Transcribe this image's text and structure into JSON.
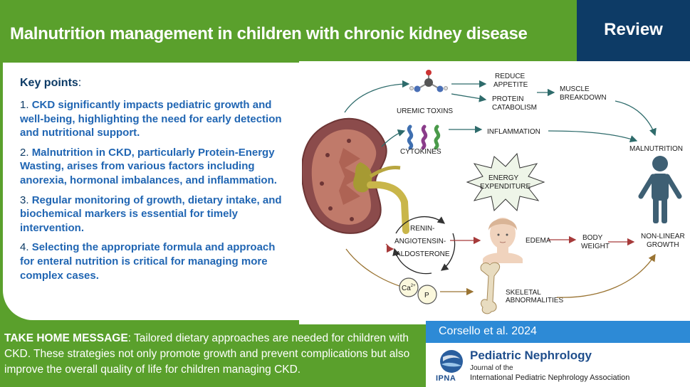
{
  "header": {
    "title": "Malnutrition management in children with chronic kidney disease",
    "badge": "Review"
  },
  "key_points": {
    "heading": "Key points",
    "heading_suffix": ":",
    "items": [
      {
        "number": "1.",
        "text": "CKD significantly impacts pediatric growth and well-being, highlighting the need for early detection and nutritional support."
      },
      {
        "number": "2.",
        "text": "Malnutrition in CKD, particularly Protein-Energy Wasting, arises from various factors including anorexia, hormonal imbalances, and inflammation."
      },
      {
        "number": "3.",
        "text": "Regular monitoring of growth, dietary intake, and biochemical markers is essential for timely intervention."
      },
      {
        "number": "4.",
        "text": "Selecting the appropriate formula and approach for enteral nutrition is critical for managing more complex cases."
      }
    ]
  },
  "take_home": {
    "label": "TAKE HOME MESSAGE",
    "text": ": Tailored dietary approaches are needed for children with CKD. These strategies not only promote growth and prevent complications but also improve the overall quality of life for children managing CKD."
  },
  "citation": "Corsello et al. 2024",
  "journal": {
    "name": "Pediatric Nephrology",
    "line1": "Journal of the",
    "line2": "International Pediatric Nephrology Association",
    "logo_text": "IPNA"
  },
  "diagram": {
    "uremic_toxins": "UREMIC TOXINS",
    "reduce_appetite": [
      "REDUCE",
      "APPETITE"
    ],
    "protein_catabolism": [
      "PROTEIN",
      "CATABOLISM"
    ],
    "muscle_breakdown": [
      "MUSCLE",
      "BREAKDOWN"
    ],
    "cytokines": "CYTOKINES",
    "inflammation": "INFLAMMATION",
    "malnutrition": "MALNUTRITION",
    "energy_expenditure": [
      "ENERGY",
      "EXPENDITURE"
    ],
    "raas": [
      "RENIN-",
      "ANGIOTENSIN-",
      "ALDOSTERONE"
    ],
    "edema": "EDEMA",
    "body_weight": [
      "BODY",
      "WEIGHT"
    ],
    "nonlinear_growth": [
      "NON-LINEAR",
      "GROWTH"
    ],
    "calcium": "Ca",
    "calcium_charge": "2+",
    "phosphorus": "P",
    "skeletal": [
      "SKELETAL",
      "ABNORMALITIES"
    ]
  },
  "colors": {
    "green": "#5aa02c",
    "navy": "#0d3b66",
    "blue_text": "#2166b3",
    "citation_blue": "#2d8ad6",
    "arrow_teal": "#2e6b6b",
    "arrow_red": "#a63a3a",
    "arrow_brown": "#9a7433"
  }
}
